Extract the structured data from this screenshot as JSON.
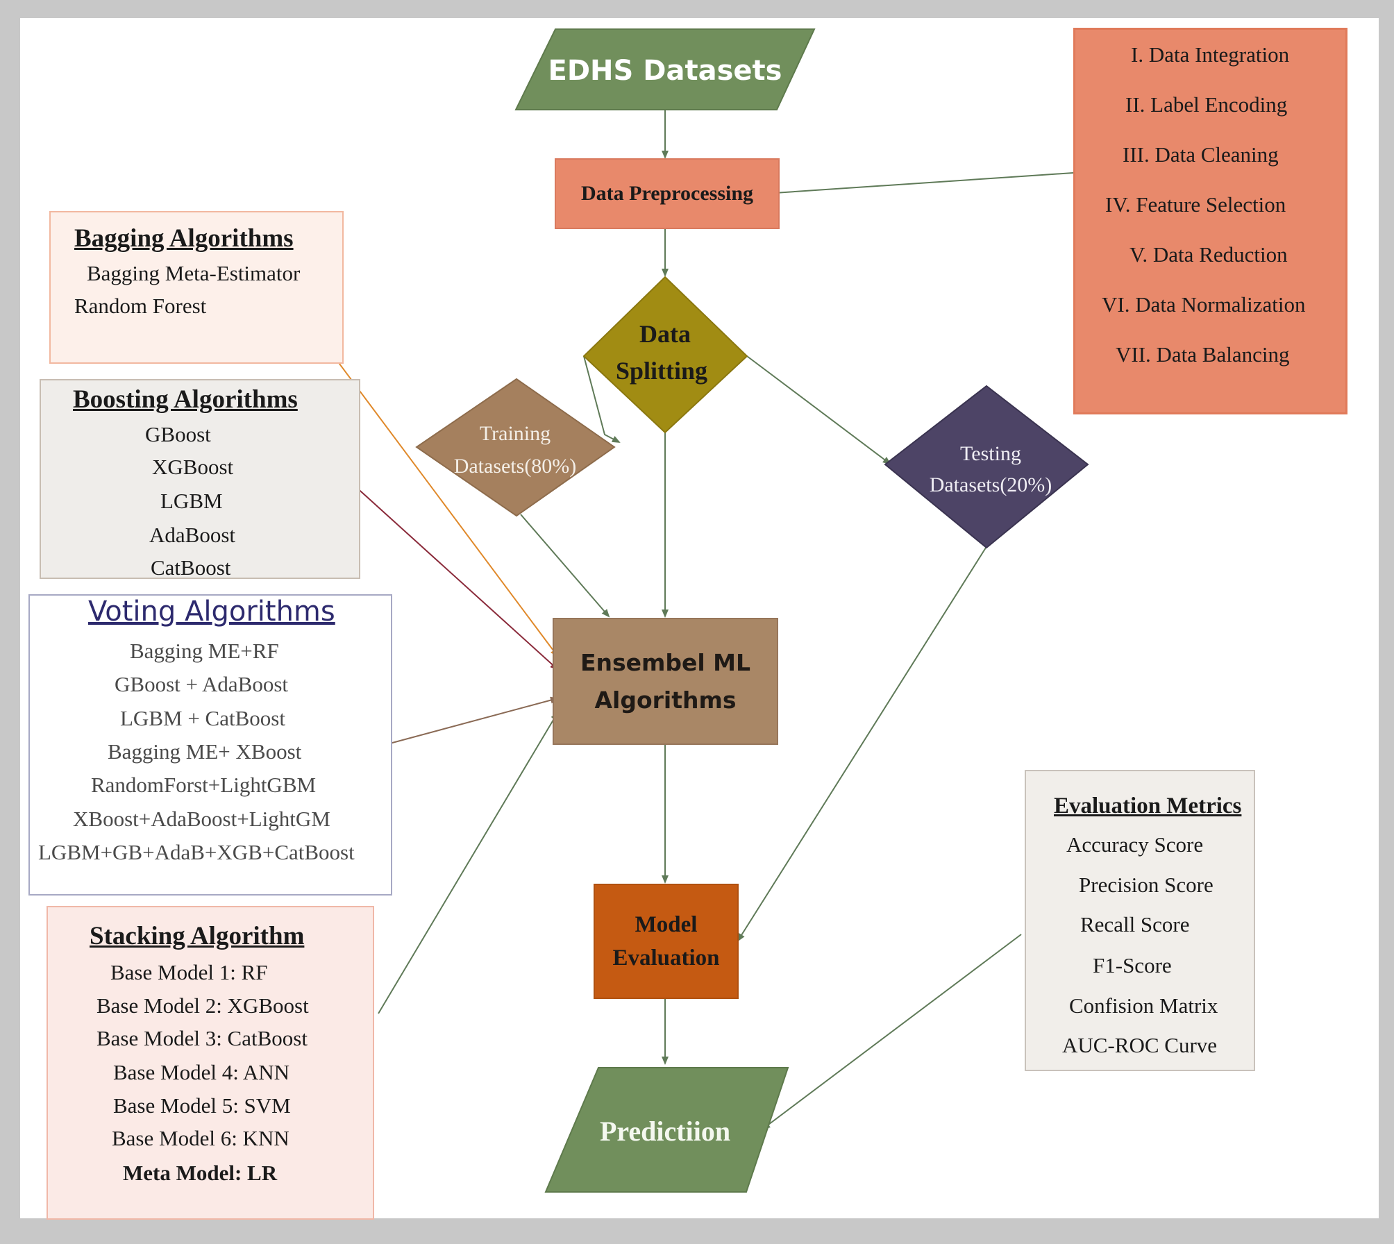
{
  "flow": {
    "source": "EDHS Datasets",
    "preprocessing": "Data Preprocessing",
    "splitting": [
      "Data",
      "Splitting"
    ],
    "training": [
      "Training",
      "Datasets(80%)"
    ],
    "testing": [
      "Testing",
      "Datasets(20%)"
    ],
    "ensemble": [
      "Ensembel ML",
      "Algorithms"
    ],
    "evaluation": [
      "Model",
      "Evaluation"
    ],
    "prediction": "Predictiion"
  },
  "preprocessing_steps": [
    "I. Data Integration",
    "II. Label Encoding",
    "III.  Data Cleaning",
    "IV. Feature Selection",
    "V. Data Reduction",
    "VI. Data Normalization",
    "VII. Data Balancing"
  ],
  "bagging": {
    "title": "Bagging Algorithms",
    "items": [
      "Bagging Meta-Estimator",
      "Random Forest"
    ]
  },
  "boosting": {
    "title": "Boosting Algorithms",
    "items": [
      "GBoost",
      "XGBoost",
      "LGBM",
      "AdaBoost",
      "CatBoost"
    ]
  },
  "voting": {
    "title": "Voting Algorithms",
    "items": [
      "Bagging ME+RF",
      "GBoost + AdaBoost",
      "LGBM + CatBoost",
      "Bagging ME+ XBoost",
      "RandomForst+LightGBM",
      "XBoost+AdaBoost+LightGM",
      "LGBM+GB+AdaB+XGB+CatBoost"
    ]
  },
  "stacking": {
    "title": "Stacking Algorithm",
    "items": [
      "Base Model 1: RF",
      "Base Model 2: XGBoost",
      "Base Model 3: CatBoost",
      "Base Model 4: ANN",
      "Base Model 5: SVM",
      "Base Model 6: KNN"
    ],
    "meta": "Meta Model: LR"
  },
  "metrics": {
    "title": "Evaluation Metrics",
    "items": [
      "Accuracy Score",
      "Precision Score",
      "Recall Score",
      "F1-Score",
      "Confision Matrix",
      "AUC-ROC Curve"
    ]
  },
  "colors": {
    "green": "#718f5c",
    "salmon": "#e8896b",
    "olive": "#a18c13",
    "tan": "#a5805e",
    "navy": "#4d4466",
    "brown": "#a98766",
    "orange": "#c55a12",
    "arrow": "#5f7a58"
  }
}
